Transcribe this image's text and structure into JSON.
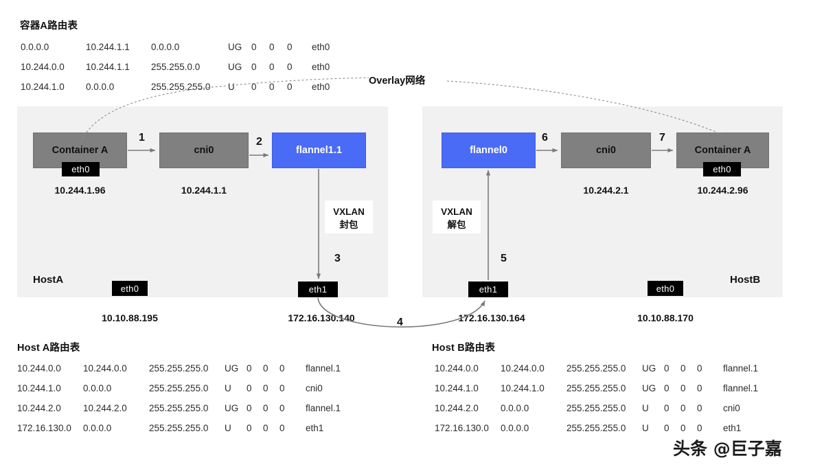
{
  "container_table": {
    "title": "容器A路由表",
    "rows": [
      [
        "0.0.0.0",
        "10.244.1.1",
        "0.0.0.0",
        "UG",
        "0",
        "0",
        "0",
        "eth0"
      ],
      [
        "10.244.0.0",
        "10.244.1.1",
        "255.255.0.0",
        "UG",
        "0",
        "0",
        "0",
        "eth0"
      ],
      [
        "10.244.1.0",
        "0.0.0.0",
        "255.255.255.0",
        "U",
        "0",
        "0",
        "0",
        "eth0"
      ]
    ]
  },
  "overlay": {
    "label": "Overlay网络"
  },
  "hosts": {
    "a": {
      "name": "HostA",
      "nodes": [
        {
          "label": "Container A",
          "type": "gray",
          "ip": "10.244.1.96",
          "iface": "eth0"
        },
        {
          "label": "cni0",
          "type": "gray",
          "ip": "10.244.1.1"
        },
        {
          "label": "flannel1.1",
          "type": "blue"
        }
      ],
      "steps": [
        "1",
        "2",
        "3"
      ],
      "vxlan": {
        "line1": "VXLAN",
        "line2": "封包"
      },
      "nic_eth0": {
        "name": "eth0",
        "ip": "10.10.88.195"
      },
      "nic_eth1": {
        "name": "eth1",
        "ip": "172.16.130.140"
      }
    },
    "b": {
      "name": "HostB",
      "nodes": [
        {
          "label": "flannel0",
          "type": "blue"
        },
        {
          "label": "cni0",
          "type": "gray",
          "ip": "10.244.2.1"
        },
        {
          "label": "Container A",
          "type": "gray",
          "ip": "10.244.2.96",
          "iface": "eth0"
        }
      ],
      "steps": [
        "6",
        "7",
        "5"
      ],
      "vxlan": {
        "line1": "VXLAN",
        "line2": "解包"
      },
      "nic_eth0": {
        "name": "eth0",
        "ip": "10.10.88.170"
      },
      "nic_eth1": {
        "name": "eth1",
        "ip": "172.16.130.164"
      }
    }
  },
  "link_step": "4",
  "host_a_table": {
    "title": "Host A路由表",
    "rows": [
      [
        "10.244.0.0",
        "10.244.0.0",
        "255.255.255.0",
        "UG",
        "0",
        "0",
        "0",
        "flannel.1"
      ],
      [
        "10.244.1.0",
        "0.0.0.0",
        "255.255.255.0",
        "U",
        "0",
        "0",
        "0",
        "cni0"
      ],
      [
        "10.244.2.0",
        "10.244.2.0",
        "255.255.255.0",
        "UG",
        "0",
        "0",
        "0",
        "flannel.1"
      ],
      [
        "172.16.130.0",
        "0.0.0.0",
        "255.255.255.0",
        "U",
        "0",
        "0",
        "0",
        "eth1"
      ]
    ]
  },
  "host_b_table": {
    "title": "Host B路由表",
    "rows": [
      [
        "10.244.0.0",
        "10.244.0.0",
        "255.255.255.0",
        "UG",
        "0",
        "0",
        "0",
        "flannel.1"
      ],
      [
        "10.244.1.0",
        "10.244.1.0",
        "255.255.255.0",
        "UG",
        "0",
        "0",
        "0",
        "flannel.1"
      ],
      [
        "10.244.2.0",
        "0.0.0.0",
        "255.255.255.0",
        "U",
        "0",
        "0",
        "0",
        "cni0"
      ],
      [
        "172.16.130.0",
        "0.0.0.0",
        "255.255.255.0",
        "U",
        "0",
        "0",
        "0",
        "eth1"
      ]
    ]
  },
  "watermark": {
    "text": "头条 @巨子嘉"
  },
  "colors": {
    "node_gray": "#808080",
    "node_blue": "#4a6bf5",
    "panel_bg": "#f1f1f1",
    "badge_bg": "#000000"
  }
}
